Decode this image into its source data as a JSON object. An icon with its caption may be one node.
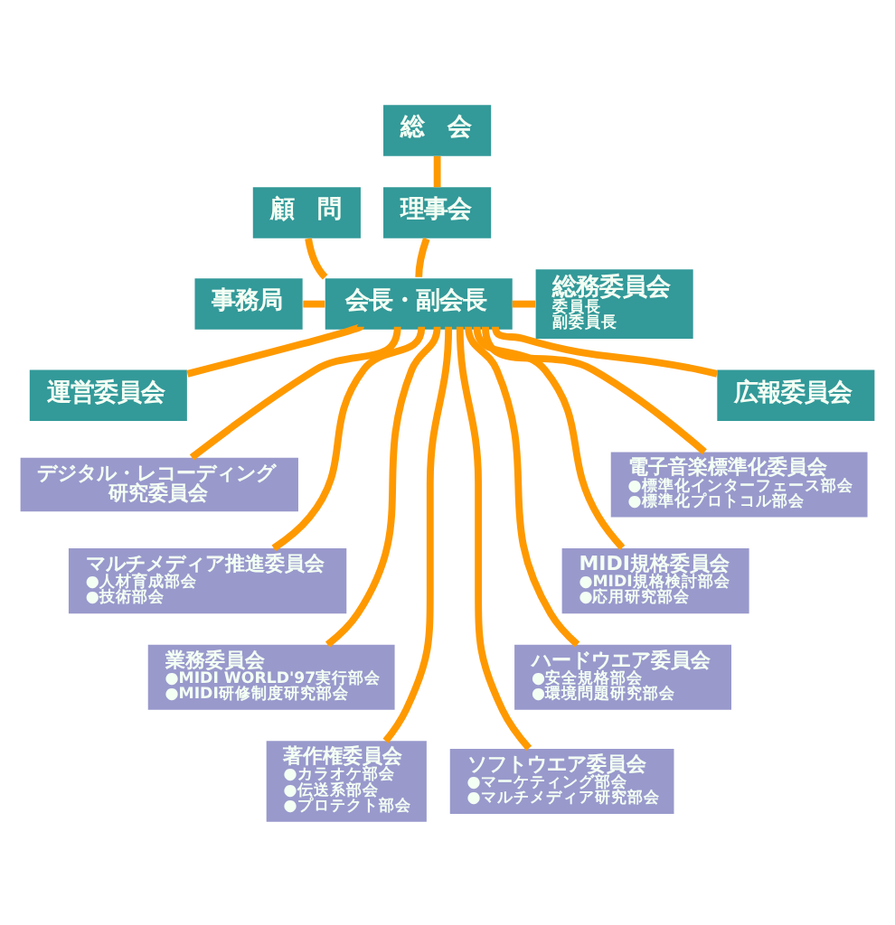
{
  "diagram": {
    "nodes": [
      {
        "text": [
          "総　会"
        ]
      },
      {
        "text": [
          "顧　問"
        ]
      },
      {
        "text": [
          "理事会"
        ]
      },
      {
        "text": [
          "事務局"
        ]
      },
      {
        "text": [
          "会長・副会長"
        ]
      },
      {
        "text": [
          "総務委員会",
          "委員長",
          "副委員長"
        ]
      },
      {
        "text": [
          "運営委員会"
        ]
      },
      {
        "text": [
          "広報委員会"
        ]
      },
      {
        "text": [
          "デジタル・レコーディング研究委員会"
        ]
      },
      {
        "text": [
          "電子音楽標準化委員会",
          "●標準化インターフェース部会",
          "●標準化プロトコル部会"
        ]
      },
      {
        "text": [
          "マルチメディア推進委員会",
          "●人材育成部会",
          "●技術部会"
        ]
      },
      {
        "text": [
          "MIDI規格委員会",
          "●MIDI規格検討部会",
          "●応用研究部会"
        ]
      },
      {
        "text": [
          "業務委員会",
          "●MIDI WORLD'97実行部会",
          "●MIDI研修制度研究部会"
        ]
      },
      {
        "text": [
          "ハードウエア委員会",
          "●安全規格部会",
          "●環境問題研究部会"
        ]
      },
      {
        "text": [
          "著作権委員会",
          "●カラオケ部会",
          "●伝送系部会",
          "●プロテクト部会"
        ]
      },
      {
        "text": [
          "ソフトウエア委員会",
          "●マーケティング部会",
          "●マルチメディア研究部会"
        ]
      }
    ],
    "edges": [
      {
        "from": 0,
        "to": 2,
        "arrow": "none"
      },
      {
        "from": 2,
        "to": 4,
        "arrow": "none"
      },
      {
        "from": 1,
        "to": 4,
        "arrow": "none"
      },
      {
        "from": 3,
        "to": 4,
        "arrow": "none"
      },
      {
        "from": 4,
        "to": 5,
        "arrow": "none"
      },
      {
        "from": 4,
        "to": 6,
        "arrow": "none"
      },
      {
        "from": 4,
        "to": 7,
        "arrow": "none"
      },
      {
        "from": 4,
        "to": 8,
        "arrow": "none"
      },
      {
        "from": 4,
        "to": 9,
        "arrow": "none"
      },
      {
        "from": 4,
        "to": 10,
        "arrow": "none"
      },
      {
        "from": 4,
        "to": 11,
        "arrow": "none"
      },
      {
        "from": 4,
        "to": 12,
        "arrow": "none"
      },
      {
        "from": 4,
        "to": 13,
        "arrow": "none"
      },
      {
        "from": 4,
        "to": 14,
        "arrow": "none"
      },
      {
        "from": 4,
        "to": 15,
        "arrow": "none"
      }
    ]
  }
}
